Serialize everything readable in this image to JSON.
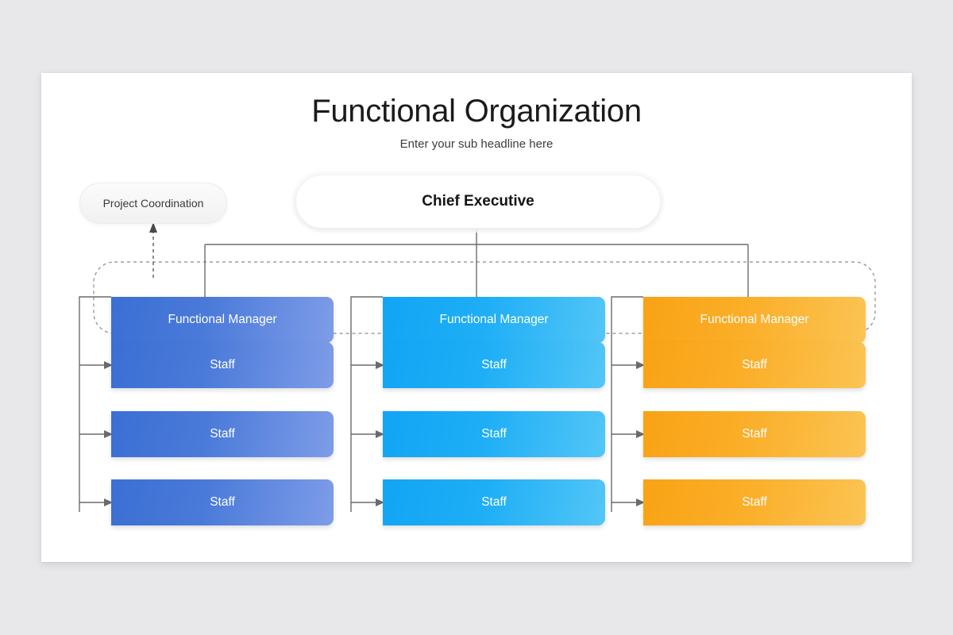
{
  "slide": {
    "title": "Functional Organization",
    "subtitle": "Enter your sub headline here"
  },
  "chief_executive": {
    "label": "Chief Executive"
  },
  "project_coordination": {
    "label": "Project Coordination"
  },
  "columns": [
    {
      "id": "column-blue",
      "accent": "#3b6fd4",
      "manager": "Functional Manager",
      "staff": [
        "Staff",
        "Staff",
        "Staff"
      ]
    },
    {
      "id": "column-cyan",
      "accent": "#12a5f4",
      "manager": "Functional Manager",
      "staff": [
        "Staff",
        "Staff",
        "Staff"
      ]
    },
    {
      "id": "column-orange",
      "accent": "#f9a315",
      "manager": "Functional Manager",
      "staff": [
        "Staff",
        "Staff",
        "Staff"
      ]
    }
  ],
  "colors": {
    "page_background": "#e8e7e9",
    "slide_background": "#ffffff",
    "connector": "#6b6b6b",
    "dashed_boundary": "#8a8a8a",
    "title_text": "#1b1b1b"
  }
}
